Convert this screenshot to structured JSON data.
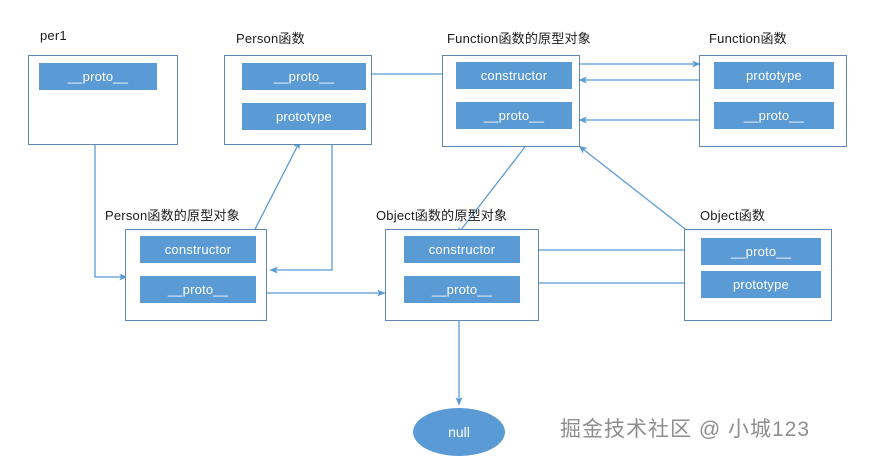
{
  "diagram": {
    "title": "JavaScript prototype chain diagram",
    "colors": {
      "slot_fill": "#5b9bd5",
      "box_border": "#5f87b0",
      "arrow": "#5b9bd5",
      "text_dark": "#1a1a1a",
      "slot_text": "#ffffff",
      "watermark": "#8e8e8e",
      "background": "#ffffff"
    },
    "nodes": [
      {
        "id": "per1",
        "title": "per1",
        "slots": [
          {
            "id": "per1-proto",
            "label": "__proto__"
          }
        ]
      },
      {
        "id": "person-fn",
        "title": "Person函数",
        "slots": [
          {
            "id": "person-fn-proto",
            "label": "__proto__"
          },
          {
            "id": "person-fn-prototype",
            "label": "prototype"
          }
        ]
      },
      {
        "id": "function-proto-obj",
        "title": "Function函数的原型对象",
        "slots": [
          {
            "id": "function-proto-obj-constructor",
            "label": "constructor"
          },
          {
            "id": "function-proto-obj-proto",
            "label": "__proto__"
          }
        ]
      },
      {
        "id": "function-fn",
        "title": "Function函数",
        "slots": [
          {
            "id": "function-fn-prototype",
            "label": "prototype"
          },
          {
            "id": "function-fn-proto",
            "label": "__proto__"
          }
        ]
      },
      {
        "id": "person-proto-obj",
        "title": "Person函数的原型对象",
        "slots": [
          {
            "id": "person-proto-obj-constructor",
            "label": "constructor"
          },
          {
            "id": "person-proto-obj-proto",
            "label": "__proto__"
          }
        ]
      },
      {
        "id": "object-proto-obj",
        "title": "Object函数的原型对象",
        "slots": [
          {
            "id": "object-proto-obj-constructor",
            "label": "constructor"
          },
          {
            "id": "object-proto-obj-proto",
            "label": "__proto__"
          }
        ]
      },
      {
        "id": "object-fn",
        "title": "Object函数",
        "slots": [
          {
            "id": "object-fn-proto",
            "label": "__proto__"
          },
          {
            "id": "object-fn-prototype",
            "label": "prototype"
          }
        ]
      }
    ],
    "terminal": {
      "id": "null-node",
      "label": "null"
    },
    "edges": [
      {
        "id": "edge-per1-proto-to-person-proto-obj",
        "from": "per1-proto",
        "to": "person-proto-obj"
      },
      {
        "id": "edge-person-fn-proto-to-function-proto-obj",
        "from": "person-fn-proto",
        "to": "function-proto-obj-constructor"
      },
      {
        "id": "edge-person-fn-prototype-to-person-proto-obj",
        "from": "person-fn-prototype",
        "to": "person-proto-obj"
      },
      {
        "id": "edge-person-proto-obj-constructor-to-person-fn",
        "from": "person-proto-obj-constructor",
        "to": "person-fn"
      },
      {
        "id": "edge-person-proto-obj-proto-to-object-proto-obj",
        "from": "person-proto-obj-proto",
        "to": "object-proto-obj"
      },
      {
        "id": "edge-function-proto-obj-constructor-to-function-fn",
        "from": "function-proto-obj-constructor",
        "to": "function-fn-prototype"
      },
      {
        "id": "edge-function-fn-prototype-to-function-proto-obj",
        "from": "function-fn-prototype",
        "to": "function-proto-obj-constructor"
      },
      {
        "id": "edge-function-fn-proto-to-function-proto-obj",
        "from": "function-fn-proto",
        "to": "function-proto-obj-proto"
      },
      {
        "id": "edge-function-proto-obj-proto-to-object-proto-obj",
        "from": "function-proto-obj-proto",
        "to": "object-proto-obj"
      },
      {
        "id": "edge-object-fn-proto-to-function-proto-obj",
        "from": "object-fn-proto",
        "to": "function-proto-obj"
      },
      {
        "id": "edge-object-proto-obj-constructor-to-object-fn",
        "from": "object-proto-obj-constructor",
        "to": "object-fn-proto"
      },
      {
        "id": "edge-object-fn-prototype-to-object-proto-obj",
        "from": "object-fn-prototype",
        "to": "object-proto-obj-proto"
      },
      {
        "id": "edge-object-proto-obj-proto-to-null",
        "from": "object-proto-obj-proto",
        "to": "null-node"
      }
    ]
  },
  "watermark": {
    "main": "掘金技术社区 @ 小城123",
    "sub": ""
  }
}
